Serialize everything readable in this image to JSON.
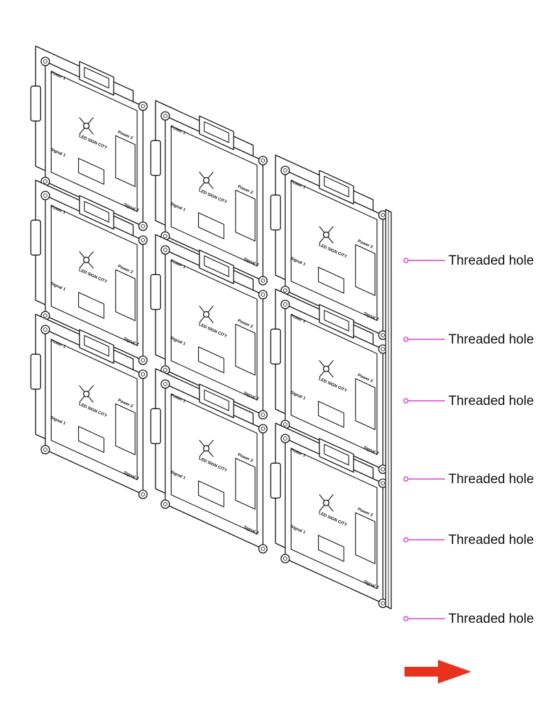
{
  "callouts": [
    {
      "label": "Threaded hole"
    },
    {
      "label": "Threaded hole"
    },
    {
      "label": "Threaded hole"
    },
    {
      "label": "Threaded hole"
    },
    {
      "label": "Threaded hole"
    },
    {
      "label": "Threaded hole"
    }
  ],
  "cabinet": {
    "logo_text": "LED SIGN CITY",
    "power1": "Power 1",
    "power2": "Power 2",
    "signal1": "Signal 1",
    "signal2": "Signal 2"
  },
  "grid": {
    "columns": 3,
    "rows": 3
  },
  "colors": {
    "line": "#111111",
    "leader": "#d63fd0",
    "arrow": "#e8321e",
    "background": "#ffffff"
  },
  "icons": [
    "arrow-right-icon"
  ]
}
